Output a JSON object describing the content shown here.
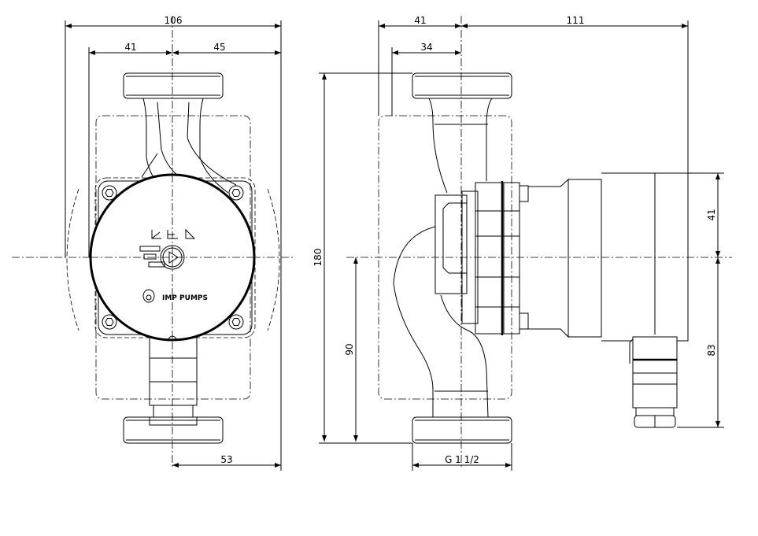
{
  "front_view": {
    "dims": {
      "overall_width": "106",
      "left_half": "41",
      "right_half": "45",
      "bottom_right": "53"
    },
    "logo_text": "IMP PUMPS"
  },
  "side_view": {
    "dims": {
      "left_width": "41",
      "right_depth": "111",
      "inner_width": "34",
      "overall_height": "180",
      "center_height": "90",
      "motor_upper": "41",
      "motor_lower": "83",
      "thread": "G 1 1/2"
    }
  }
}
